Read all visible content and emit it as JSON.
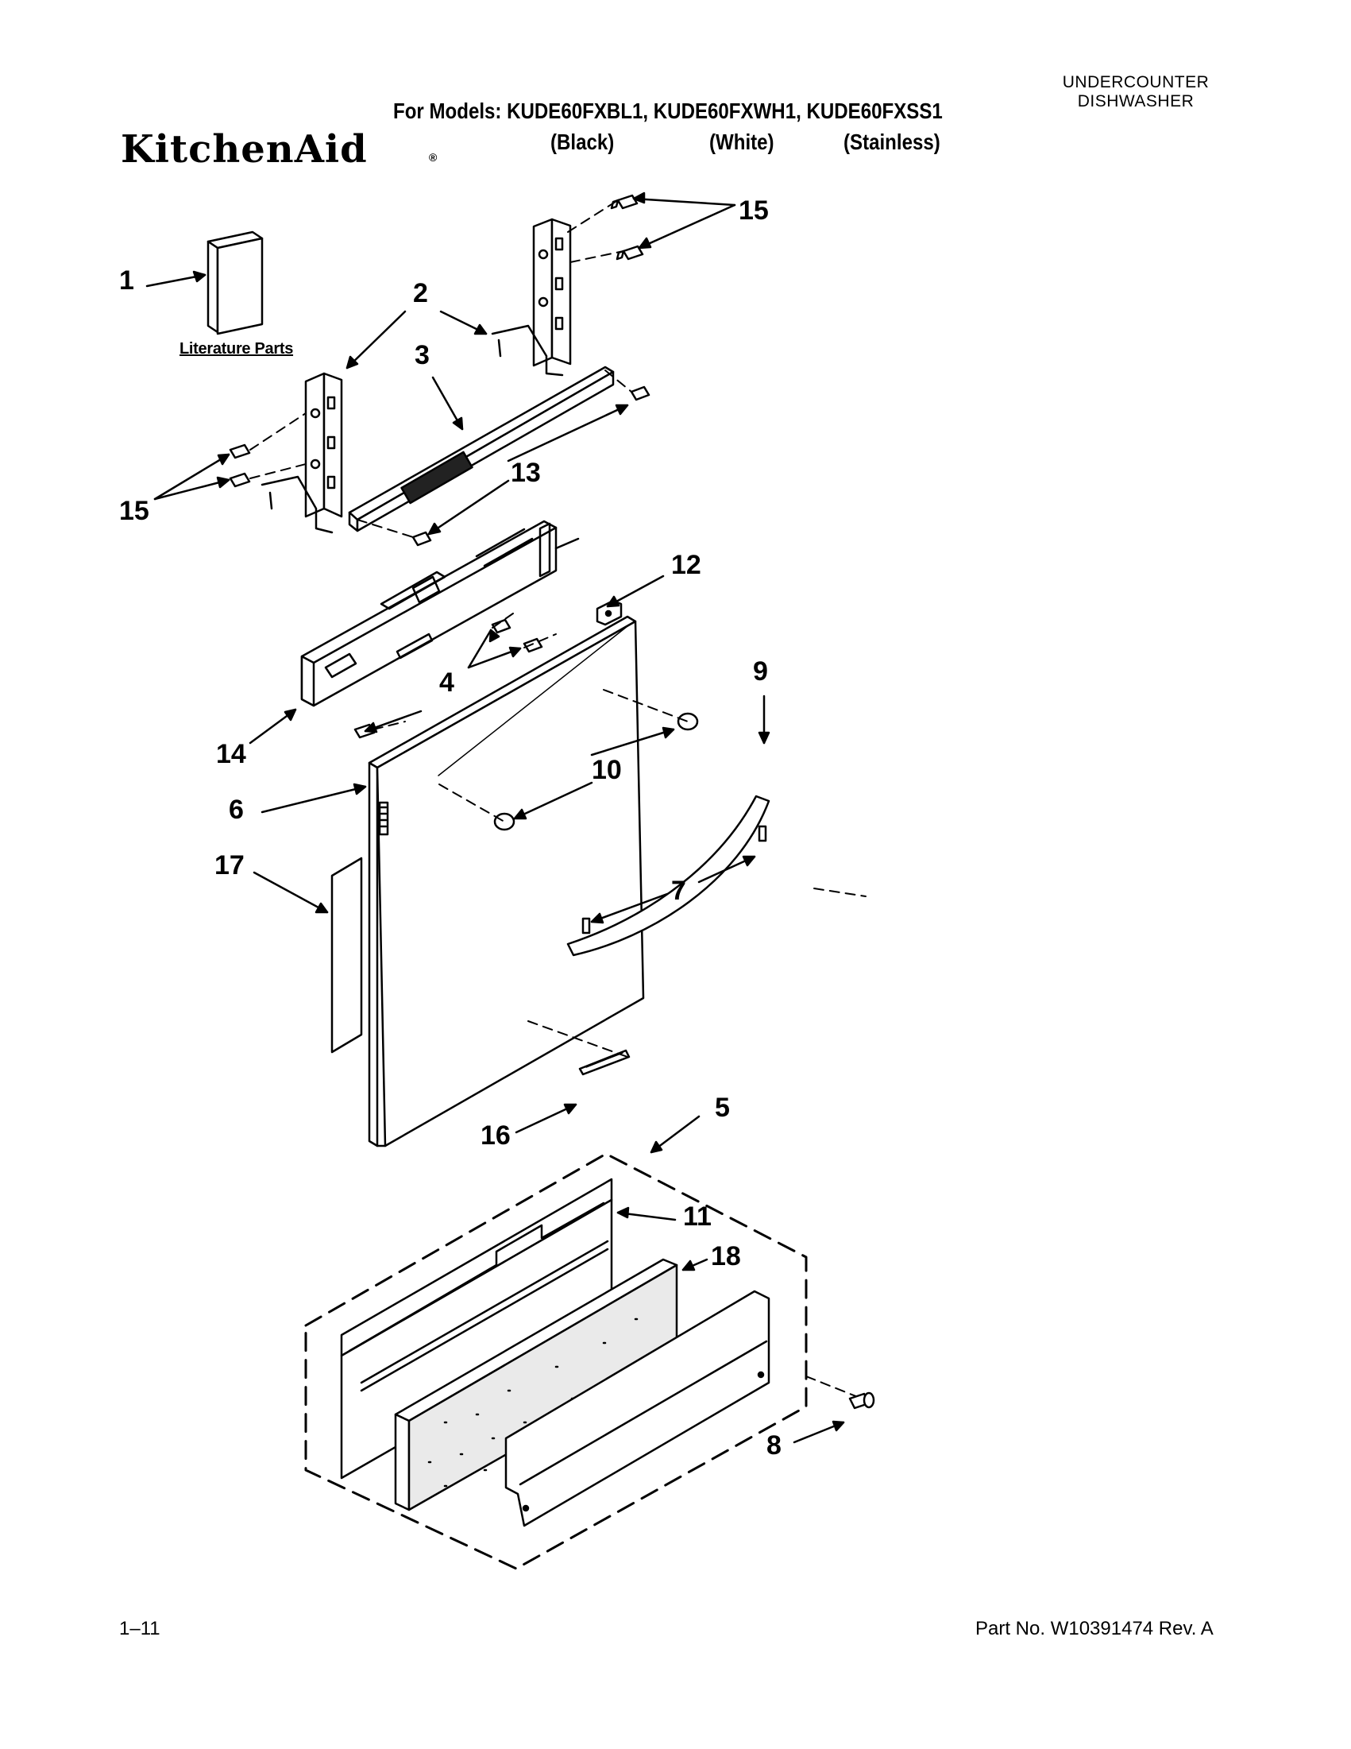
{
  "header": {
    "category_line1": "UNDERCOUNTER",
    "category_line2": "DISHWASHER",
    "models_line": "For Models: KUDE60FXBL1, KUDE60FXWH1, KUDE60FXSS1",
    "color_black": "(Black)",
    "color_white": "(White)",
    "color_stainless": "(Stainless)",
    "brand": "KitchenAid",
    "brand_mark": "®"
  },
  "literature_label": "Literature Parts",
  "callouts": {
    "c1": "1",
    "c2": "2",
    "c3": "3",
    "c4": "4",
    "c5": "5",
    "c6": "6",
    "c7": "7",
    "c8": "8",
    "c9": "9",
    "c10": "10",
    "c11": "11",
    "c12": "12",
    "c13": "13",
    "c14": "14",
    "c15a": "15",
    "c15b": "15",
    "c16": "16",
    "c17": "17",
    "c18": "18"
  },
  "footer": {
    "page": "1–11",
    "part_number": "Part No. W10391474 Rev. A"
  }
}
